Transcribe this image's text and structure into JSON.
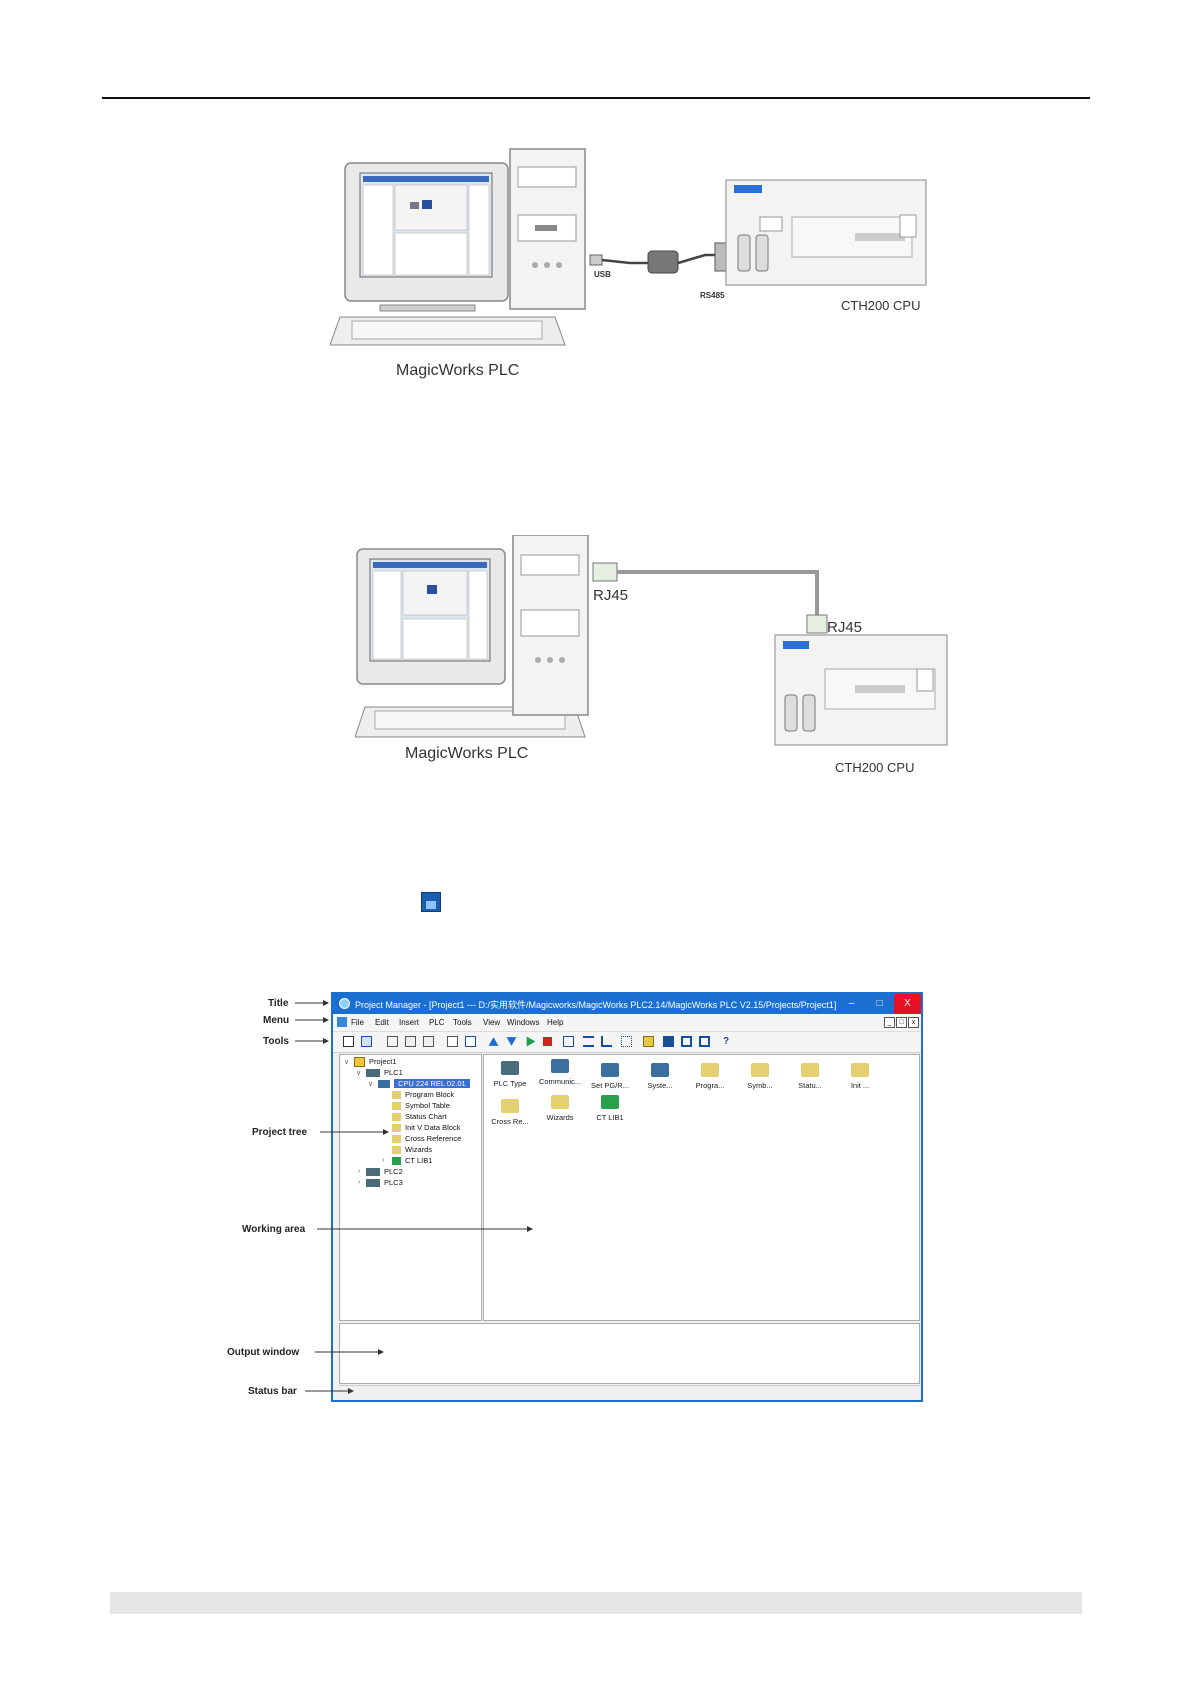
{
  "figure1": {
    "software_label": "MagicWorks PLC",
    "cpu_label": "CTH200 CPU",
    "usb_label": "USB",
    "rs485_label": "RS485"
  },
  "figure2": {
    "software_label": "MagicWorks PLC",
    "cpu_label": "CTH200 CPU",
    "rj45_pc_label": "RJ45",
    "rj45_plc_label": "RJ45"
  },
  "app": {
    "title": "Project Manager - [Project1 --- D:/实用软件/Magicworks/MagicWorks PLC2.14/MagicWorks PLC V2.15/Projects/Project1]",
    "menu": [
      "File",
      "Edit",
      "Insert",
      "PLC",
      "Tools",
      "View",
      "Windows",
      "Help"
    ],
    "tree": {
      "root": "Project1",
      "plc1": "PLC1",
      "cpu": "CPU 224 REL 02.01",
      "children": [
        "Program Block",
        "Symbol Table",
        "Status Chart",
        "Init V Data Block",
        "Cross Reference",
        "Wizards",
        "CT LIB1"
      ],
      "plc2": "PLC2",
      "plc3": "PLC3"
    },
    "work_icons": [
      "PLC Type",
      "Communic...",
      "Set PG/R...",
      "Syste...",
      "Progra...",
      "Symb...",
      "Statu...",
      "Init ...",
      "Cross Re...",
      "Wizards",
      "CT LIB1"
    ]
  },
  "callouts": {
    "title": "Title",
    "menu": "Menu",
    "tools": "Tools",
    "project_tree": "Project tree",
    "working_area": "Working area",
    "output_window": "Output window",
    "status_bar": "Status bar"
  }
}
